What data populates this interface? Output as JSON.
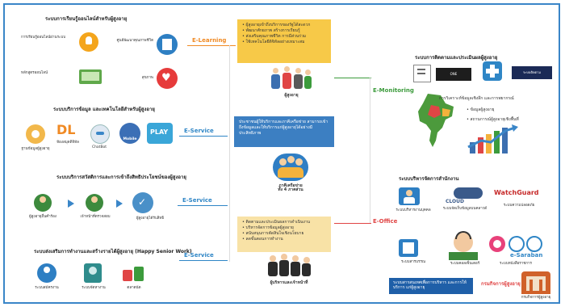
{
  "sections": {
    "s1_title": "ระบบการเรียนรู้ออนไลน์สำหรับผู้สูงอายุ",
    "s2_title": "ระบบบริการข้อมูล และเทคโนโลยีสำหรับผู้สูงอายุ",
    "s3_title": "ระบบบริการสวัสดิการและการเข้าถึงสิทธิประโยชน์ของผู้สูงอายุ",
    "s4_title": "ระบบส่งเสริมการทำงานและสร้างรายได้ผู้สูงอายุ (Happy Senior Work)",
    "right_top_title": "ระบบการติดตามและประเมินผลผู้สูงอายุ",
    "right_mid_title": "ระบบบริหารจัดการสำนักงาน"
  },
  "tags": {
    "e_learning": "E-Learning",
    "e_service_1": "E-Service",
    "e_service_2": "E-Service",
    "e_service_3": "E-Service",
    "e_monitoring": "E-Monitoring",
    "e_office": "E-Office"
  },
  "center": {
    "top_box": "• ผู้สูงอายุเข้าถึงบริการของรัฐได้สะดวก\n• พัฒนาศักยภาพ สร้างการเรียนรู้\n• ส่งเสริมคุณภาพชีวิต การมีส่วนร่วม\n• ใช้เทคโนโลยีดิจิทัลอย่างเหมาะสม",
    "top_label": "ผู้สูงอายุ",
    "mid_box": "ประชาชนผู้ให้บริการและภาคีเครือข่าย สามารถเข้าถึงข้อมูลและให้บริการแก่ผู้สูงอายุได้อย่างมีประสิทธิภาพ",
    "mid_label": "ภาคีเครือข่าย\nทั้ง 4 ภาคส่วน",
    "bottom_box": "• ติดตามและประเมินผลการดำเนินงาน\n• บริหารจัดการข้อมูลผู้สูงอายุ\n• สนับสนุนการตัดสินใจเชิงนโยบาย\n• ลดขั้นตอนการทำงาน",
    "bottom_label": "ผู้บริหารและเจ้าหน้าที่"
  },
  "s1": {
    "item1": "การเรียนรู้ออนไลน์ผ่านระบบ",
    "item2": "ศูนย์พัฒนาคุณภาพชีวิต",
    "item3": "หลักสูตรออนไลน์",
    "item4": "สุขภาพ"
  },
  "s2": {
    "item1": "ฐานข้อมูลผู้สูงอายุ",
    "item2": "DL",
    "item2_cap": "ห้องสมุดดิจิทัล",
    "item3": "ChatBot",
    "item4": "Mobile",
    "item5": "PLAY"
  },
  "s3": {
    "item1": "ผู้สูงอายุยื่นคำร้อง",
    "item2": "เจ้าหน้าที่ตรวจสอบ",
    "item3": "ผู้สูงอายุได้รับสิทธิ"
  },
  "s4": {
    "item1": "ระบบสมัครงาน",
    "item2": "ระบบจัดหางาน",
    "item3": "ตลาดนัด"
  },
  "right_top": {
    "logo1": "ONE",
    "logo2": "รายงานผล",
    "logo3": "ระบบติดตาม",
    "bullet_intro": "การวิเคราะห์ข้อมูลเชิงลึก และการพยากรณ์",
    "bullet1": "• ข้อมูลผู้สูงอายุ",
    "bullet2": "• สถานการณ์ผู้สูงอายุเชิงพื้นที่"
  },
  "right_mid": {
    "i1": "ระบบบริหารงานบุคคล",
    "i2": "CLOUD",
    "i2_cap": "ระบบจัดเก็บข้อมูลบนคลาวด์",
    "i3": "WatchGuard",
    "i3_cap": "ระบบความปลอดภัย",
    "i4": "ระบบสารบรรณ",
    "i5": "ระบบคอลเซ็นเตอร์",
    "i6": "e-Saraban",
    "i6_cap": "ระบบหนังสือราชการ"
  },
  "right_bottom": {
    "banner": "ระบบสารสนเทศเพื่อการบริหาร และการให้บริการ แก่ผู้สูงอายุ",
    "stamp": "กรมกิจการผู้สูงอายุ",
    "building_cap": "กรมกิจการผู้สูงอายุ"
  },
  "colors": {
    "frame": "#3a86c8",
    "orange": "#f08a24",
    "blue": "#2f86c6",
    "green": "#3c9b3c",
    "red": "#e04545",
    "yellow": "#f7c948"
  }
}
